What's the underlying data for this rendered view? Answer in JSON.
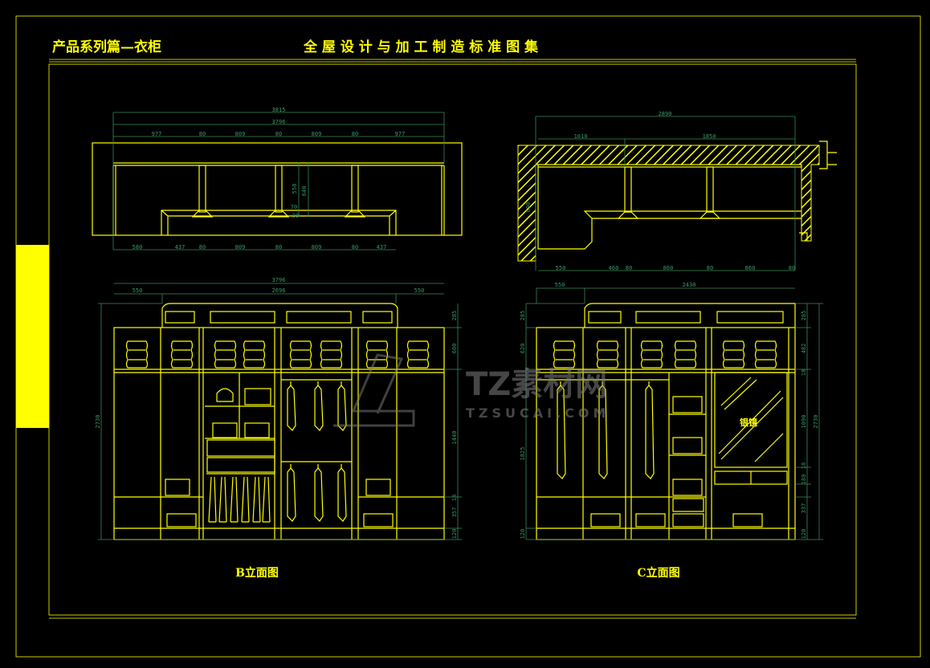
{
  "header": {
    "series_title": "产品系列篇—衣柜",
    "book_title": "全 屋 设 计 与 加 工 制 造 标 准 图 集"
  },
  "colors": {
    "line": "#ffff00",
    "dimension": "#3a8a5c",
    "background": "#000000"
  },
  "plan_b": {
    "overall": "3815",
    "width": "3796",
    "top_segments": [
      "977",
      "80",
      "809",
      "80",
      "809",
      "80",
      "977"
    ],
    "bottom_segments": [
      "580",
      "437",
      "80",
      "809",
      "80",
      "809",
      "80",
      "437"
    ],
    "vertical": [
      "550",
      "640",
      "70",
      "30"
    ]
  },
  "plan_c": {
    "overall": "2890",
    "top_segments": [
      "1010",
      "1850"
    ],
    "bottom_segments": [
      "550",
      "460",
      "80",
      "860",
      "80",
      "860",
      "80"
    ],
    "side": "600"
  },
  "elevation_b": {
    "label": "B立面图",
    "width": "3796",
    "segments": [
      "550",
      "2696",
      "550"
    ],
    "height": "2730",
    "right_dims": [
      "285",
      "600",
      "1440",
      "18",
      "357",
      "120"
    ]
  },
  "elevation_c": {
    "label": "C立面图",
    "mirror_label": "银镜",
    "segments": [
      "550",
      "2430"
    ],
    "left_dims": [
      "285",
      "620",
      "1825",
      "120"
    ],
    "right_dims": [
      "285",
      "482",
      "18",
      "1090",
      "18",
      "180",
      "337",
      "120"
    ],
    "height": "2730"
  },
  "watermark": {
    "logo": "TZ素材网",
    "url": "TZSUCAI.COM"
  }
}
